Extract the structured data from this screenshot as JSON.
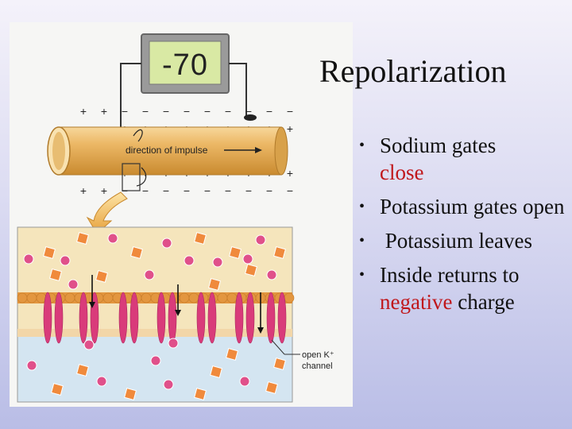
{
  "slide": {
    "title": "Repolarization",
    "bullets": [
      {
        "text": "Sodium gates",
        "highlight": "close",
        "suffix": ""
      },
      {
        "text": "Potassium gates open",
        "highlight": "",
        "suffix": ""
      },
      {
        "text": " Potassium leaves",
        "highlight": "",
        "suffix": ""
      },
      {
        "text": "Inside returns to",
        "highlight": "negative",
        "suffix": " charge"
      }
    ],
    "bullet_symbol": "•",
    "highlight_color": "#c0171b"
  },
  "figure": {
    "voltmeter_reading": "-70",
    "impulse_label": "direction of impulse",
    "channel_label_line1": "open K⁺",
    "channel_label_line2": "channel",
    "charge_rows": {
      "row1": [
        "+",
        "+",
        "−",
        "−",
        "−",
        "−",
        "−",
        "−",
        "−",
        "−",
        "−"
      ],
      "row2": [
        "−",
        "−",
        "+",
        "+",
        "+",
        "+",
        "+",
        "+",
        "+",
        "+",
        "+"
      ],
      "row3": [
        "−",
        "−",
        "+",
        "+",
        "+",
        "+",
        "+",
        "+",
        "+",
        "+",
        "+"
      ],
      "row4": [
        "+",
        "+",
        "−",
        "−",
        "−",
        "−",
        "−",
        "−",
        "−",
        "−",
        "−"
      ]
    },
    "colors": {
      "axon": "#e9b35a",
      "sodium_ion": "#e0508a",
      "potassium_ion": "#f08a3c",
      "channel": "#d93b7a",
      "membrane": "#e3963f",
      "extracellular": "#f3e6bf",
      "intracellular": "#d6e6f2"
    }
  }
}
